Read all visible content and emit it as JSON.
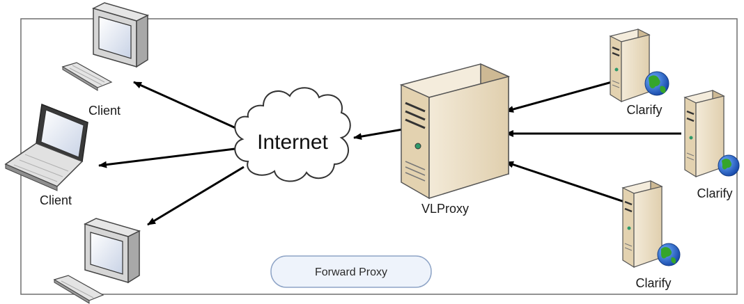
{
  "diagram": {
    "cloud_label": "Internet",
    "proxy_label": "VLProxy",
    "legend_label": "Forward Proxy",
    "clients": [
      {
        "label": "Client",
        "device": "desktop-computer-icon"
      },
      {
        "label": "Client",
        "device": "laptop-icon"
      },
      {
        "label": "",
        "device": "desktop-computer-icon"
      }
    ],
    "servers": [
      {
        "label": "Clarify"
      },
      {
        "label": "Clarify"
      },
      {
        "label": "Clarify"
      }
    ]
  },
  "colors": {
    "frame": "#6e6e6e",
    "arrow": "#000000",
    "server_front": "#e9dcc4",
    "server_side": "#cdb994",
    "server_top": "#f4ecdc",
    "monitor_body": "#c9c9c9",
    "monitor_screen": "#e7ecf6",
    "globe_ocean": "#1f5fc4",
    "globe_land": "#35a52b",
    "pill_fill": "#eef3fb",
    "pill_stroke": "#8ea4c6"
  }
}
